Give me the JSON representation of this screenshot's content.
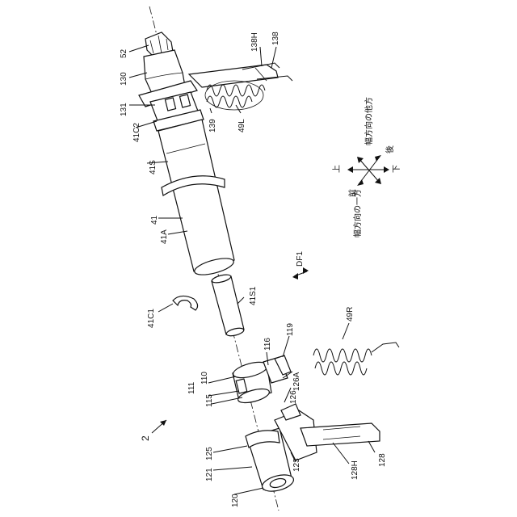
{
  "figure_label": "2",
  "labels": {
    "l52": "52",
    "l130": "130",
    "l131": "131",
    "l41C2": "41C2",
    "l41S": "41S",
    "l41": "41",
    "l41A": "41A",
    "l41C1": "41C1",
    "l41S1": "41S1",
    "l138H": "138H",
    "l138": "138",
    "l139": "139",
    "l49L": "49L",
    "lDF1": "DF1",
    "l49R": "49R",
    "l119": "119",
    "l116": "116",
    "l110": "110",
    "l111": "111",
    "l115": "115",
    "l126A": "126A",
    "l126": "126",
    "l125": "125",
    "l121": "121",
    "l123": "123",
    "l120": "120",
    "l128H": "128H",
    "l128": "128"
  },
  "direction_legend": {
    "up": "上",
    "down": "下",
    "back": "後",
    "front": "前",
    "width_other": "幅方向の他方",
    "width_one": "幅方向の一方"
  }
}
